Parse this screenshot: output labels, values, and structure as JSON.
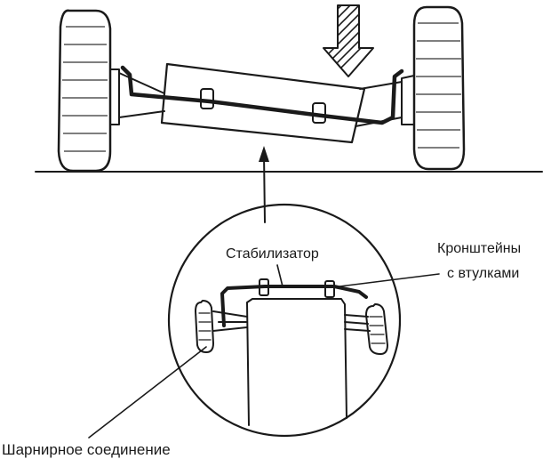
{
  "labels": {
    "stabilizer": "Стабилизатор",
    "brackets_line1": "Кронштейны",
    "brackets_line2": "с втулками",
    "joint": "Шарнирное соединение"
  },
  "colors": {
    "ink": "#1a1a1a",
    "background": "#ffffff"
  },
  "icons": {
    "force_arrow": "hatched-down-arrow-icon"
  }
}
